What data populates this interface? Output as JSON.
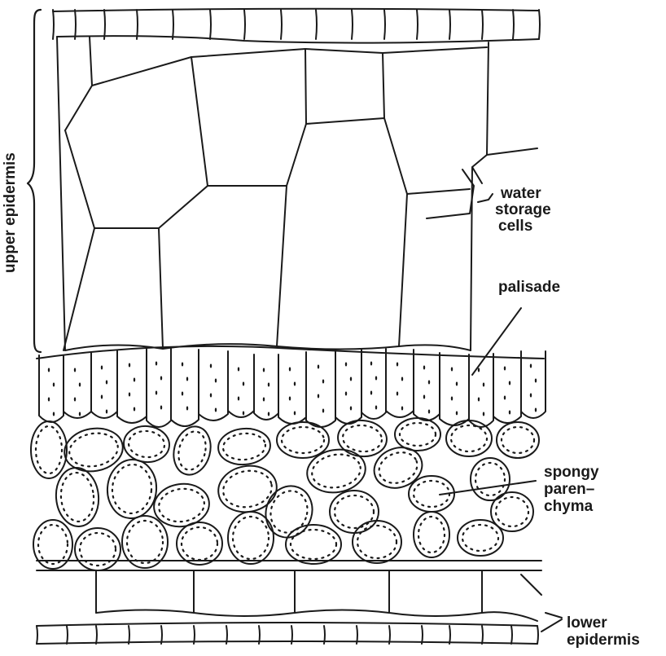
{
  "labels": {
    "upper_epidermis": "upper epidermis",
    "water_storage_line1": "water",
    "water_storage_line2": "storage",
    "water_storage_line3": "cells",
    "palisade": "palisade",
    "spongy_line1": "spongy",
    "spongy_line2": "paren–",
    "spongy_line3": "chyma",
    "lower_line1": "lower",
    "lower_line2": "epidermis"
  },
  "colors": {
    "ink": "#1a1a1a",
    "background": "#ffffff"
  }
}
